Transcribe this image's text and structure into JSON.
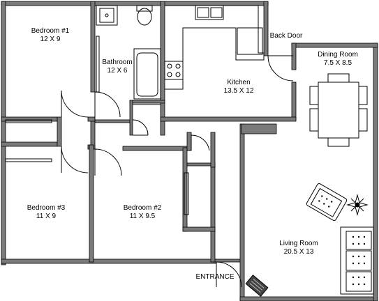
{
  "rooms": {
    "bedroom1": {
      "name": "Bedroom #1",
      "dims": "12 X 9"
    },
    "bathroom": {
      "name": "Bathroom",
      "dims": "12 X 6"
    },
    "kitchen": {
      "name": "Kitchen",
      "dims": "13.5 X 12"
    },
    "dining": {
      "name": "Dining Room",
      "dims": "7.5 X 8.5"
    },
    "bedroom3": {
      "name": "Bedroom #3",
      "dims": "11 X 9"
    },
    "bedroom2": {
      "name": "Bedroom #2",
      "dims": "11 X 9.5"
    },
    "living": {
      "name": "Living Room",
      "dims": "20.5 X 13"
    }
  },
  "labels": {
    "back_door": "Back Door",
    "entrance": "ENTRANCE"
  },
  "colors": {
    "wall": "#777777",
    "outline": "#000000"
  }
}
